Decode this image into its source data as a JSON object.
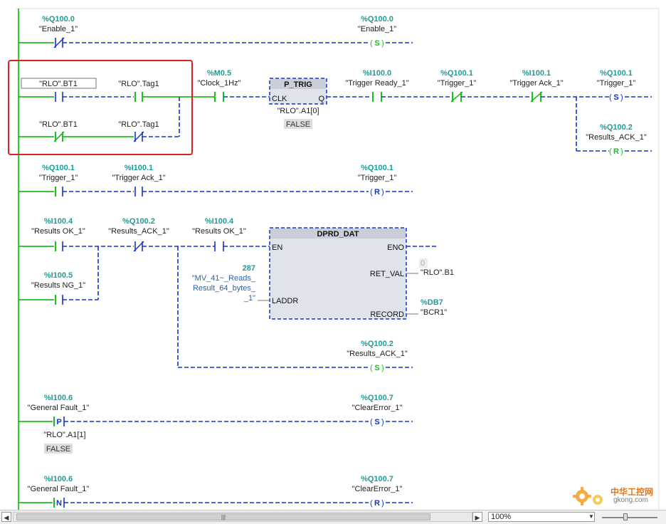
{
  "networks": {
    "n1": {
      "contact": {
        "address": "%Q100.0",
        "tag": "\"Enable_1\""
      },
      "coil": {
        "address": "%Q100.0",
        "tag": "\"Enable_1\"",
        "symbol": "S"
      }
    },
    "n2": {
      "bt1_a": {
        "tag": "\"RLO\".BT1"
      },
      "tag1_a": {
        "tag": "\"RLO\".Tag1"
      },
      "bt1_b": {
        "tag": "\"RLO\".BT1"
      },
      "tag1_b": {
        "tag": "\"RLO\".Tag1"
      },
      "clock": {
        "address": "%M0.5",
        "tag": "\"Clock_1Hz\""
      },
      "ptrig": {
        "title": "P_TRIG",
        "clk": "CLK",
        "q": "Q",
        "instance": "\"RLO\".A1[0]",
        "value": "FALSE"
      },
      "ready": {
        "address": "%I100.0",
        "tag": "\"Trigger Ready_1\""
      },
      "trig": {
        "address": "%Q100.1",
        "tag": "\"Trigger_1\""
      },
      "ack": {
        "address": "%I100.1",
        "tag": "\"Trigger Ack_1\""
      },
      "coil_set": {
        "address": "%Q100.1",
        "tag": "\"Trigger_1\"",
        "symbol": "S"
      },
      "coil_reset": {
        "address": "%Q100.2",
        "tag": "\"Results_ACK_1\"",
        "symbol": "R"
      }
    },
    "n3": {
      "trig": {
        "address": "%Q100.1",
        "tag": "\"Trigger_1\""
      },
      "ack": {
        "address": "%I100.1",
        "tag": "\"Trigger Ack_1\""
      },
      "coil": {
        "address": "%Q100.1",
        "tag": "\"Trigger_1\"",
        "symbol": "R"
      }
    },
    "n4": {
      "ok1": {
        "address": "%I100.4",
        "tag": "\"Results OK_1\""
      },
      "resack": {
        "address": "%Q100.2",
        "tag": "\"Results_ACK_1\""
      },
      "ok2": {
        "address": "%I100.4",
        "tag": "\"Results OK_1\""
      },
      "ng": {
        "address": "%I100.5",
        "tag": "\"Results NG_1\""
      },
      "block": {
        "title": "DPRD_DAT",
        "en": "EN",
        "eno": "ENO",
        "ret_val": "RET_VAL",
        "laddr": "LADDR",
        "record": "RECORD"
      },
      "laddr_in": {
        "value": "287",
        "tag_l1": "\"MV_41~_Reads_",
        "tag_l2": "Result_64_bytes_",
        "tag_l3": "_1\""
      },
      "ret_out": {
        "value": "0",
        "tag": "\"RLO\".B1"
      },
      "rec_out": {
        "address": "%DB7",
        "tag": "\"BCR1\""
      },
      "coil": {
        "address": "%Q100.2",
        "tag": "\"Results_ACK_1\"",
        "symbol": "S"
      }
    },
    "n5": {
      "contact": {
        "address": "%I100.6",
        "tag": "\"General Fault_1\"",
        "symbol": "P"
      },
      "edge": {
        "instance": "\"RLO\".A1[1]",
        "value": "FALSE"
      },
      "coil": {
        "address": "%Q100.7",
        "tag": "\"ClearError_1\"",
        "symbol": "S"
      }
    },
    "n6": {
      "contact": {
        "address": "%I100.6",
        "tag": "\"General Fault_1\"",
        "symbol": "N"
      },
      "coil": {
        "address": "%Q100.7",
        "tag": "\"ClearError_1\"",
        "symbol": "R"
      }
    }
  },
  "statusbar": {
    "left_arrow": "◀",
    "right_arrow": "▶",
    "thumb_grip": "|||",
    "zoom": "100%",
    "zoom_drop": "▼"
  },
  "watermark": {
    "title": "中华工控网",
    "sub": "gkong.com"
  },
  "colors": {
    "power_rail": "#33cc33",
    "wire": "#1133cc",
    "energized": "#1dbf1d",
    "address": "#1c9c96",
    "highlight": "#e02020"
  }
}
